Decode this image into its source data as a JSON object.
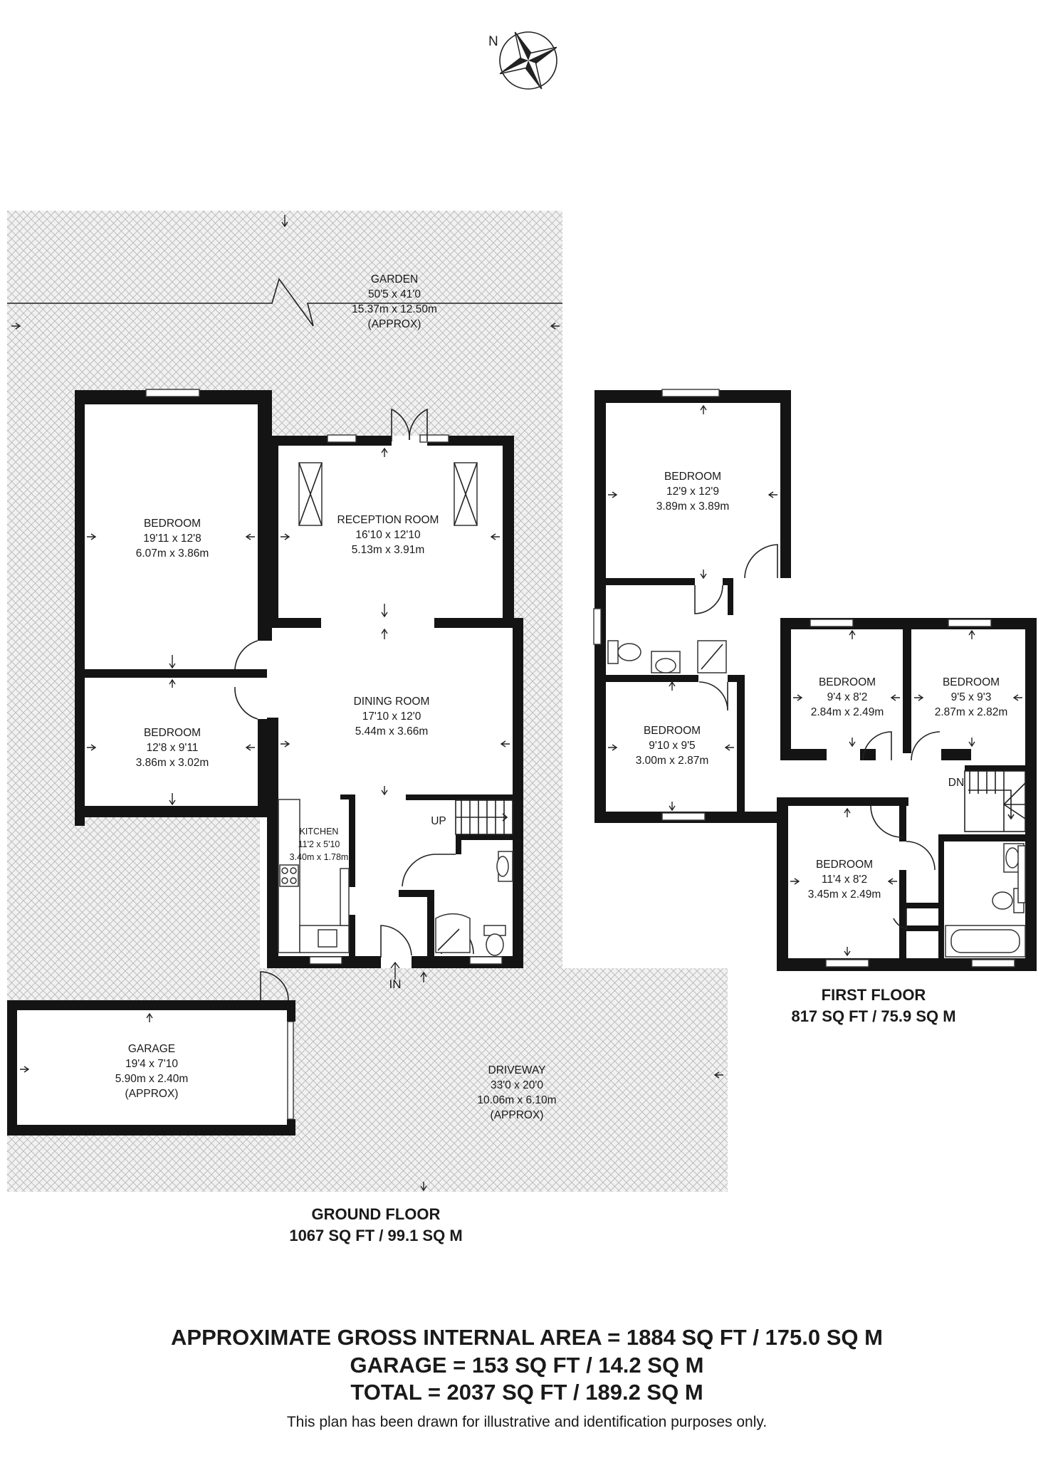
{
  "compass": {
    "north_label": "N"
  },
  "ground_floor": {
    "title": "GROUND FLOOR",
    "area": "1067 SQ FT / 99.1 SQ M",
    "entrance_label": "IN",
    "stairs_label": "UP",
    "rooms": [
      {
        "id": "garden",
        "lines": [
          "GARDEN",
          "50'5 x 41'0",
          "15.37m x 12.50m",
          "(APPROX)"
        ]
      },
      {
        "id": "bedroom-1",
        "lines": [
          "BEDROOM",
          "19'11 x 12'8",
          "6.07m x 3.86m"
        ]
      },
      {
        "id": "reception",
        "lines": [
          "RECEPTION ROOM",
          "16'10 x 12'10",
          "5.13m x 3.91m"
        ]
      },
      {
        "id": "bedroom-2",
        "lines": [
          "BEDROOM",
          "12'8 x 9'11",
          "3.86m x 3.02m"
        ]
      },
      {
        "id": "dining",
        "lines": [
          "DINING ROOM",
          "17'10 x 12'0",
          "5.44m x 3.66m"
        ]
      },
      {
        "id": "kitchen",
        "lines": [
          "KITCHEN",
          "11'2 x 5'10",
          "3.40m x 1.78m"
        ]
      },
      {
        "id": "garage",
        "lines": [
          "GARAGE",
          "19'4 x 7'10",
          "5.90m x 2.40m",
          "(APPROX)"
        ]
      },
      {
        "id": "driveway",
        "lines": [
          "DRIVEWAY",
          "33'0 x 20'0",
          "10.06m x 6.10m",
          "(APPROX)"
        ]
      }
    ]
  },
  "first_floor": {
    "title": "FIRST FLOOR",
    "area": "817 SQ FT / 75.9 SQ M",
    "stairs_label": "DN",
    "rooms": [
      {
        "id": "bedroom-3",
        "lines": [
          "BEDROOM",
          "12'9 x 12'9",
          "3.89m x 3.89m"
        ]
      },
      {
        "id": "bedroom-4",
        "lines": [
          "BEDROOM",
          "9'4 x 8'2",
          "2.84m x 2.49m"
        ]
      },
      {
        "id": "bedroom-5",
        "lines": [
          "BEDROOM",
          "9'5 x 9'3",
          "2.87m x 2.82m"
        ]
      },
      {
        "id": "bedroom-6",
        "lines": [
          "BEDROOM",
          "9'10 x 9'5",
          "3.00m x 2.87m"
        ]
      },
      {
        "id": "bedroom-7",
        "lines": [
          "BEDROOM",
          "11'4 x 8'2",
          "3.45m x 2.49m"
        ]
      }
    ]
  },
  "summary": {
    "gross_area": "APPROXIMATE GROSS INTERNAL AREA = 1884 SQ FT / 175.0 SQ M",
    "garage": "GARAGE = 153 SQ FT / 14.2 SQ M",
    "total": "TOTAL = 2037 SQ FT / 189.2 SQ M",
    "disclaimer": "This plan has been drawn for illustrative and identification purposes only."
  },
  "colors": {
    "wall": "#141414",
    "hatch": "#b8b8b8",
    "background": "#ffffff"
  }
}
